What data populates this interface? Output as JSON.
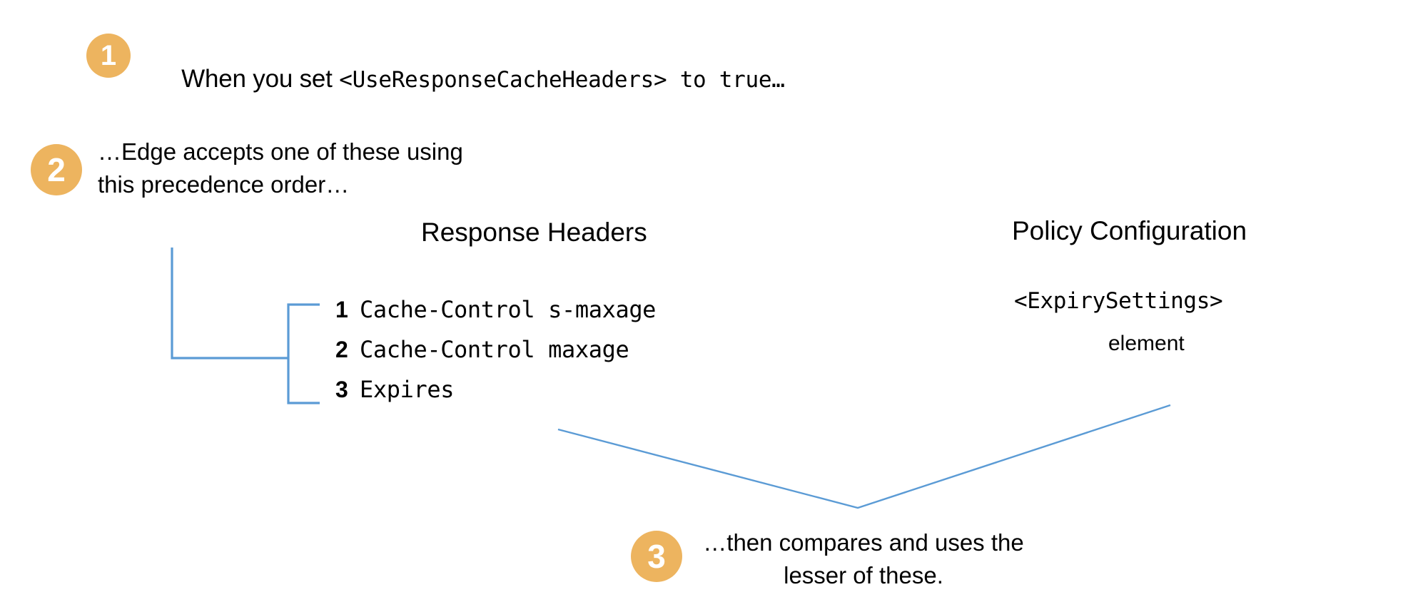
{
  "steps": [
    {
      "number": "1",
      "text_prefix": "When you set ",
      "text_code": "<UseResponseCacheHeaders>",
      "text_suffix": " to true…"
    },
    {
      "number": "2",
      "text": "…Edge accepts one of these using this precedence order…"
    },
    {
      "number": "3",
      "text": "…then compares and uses the lesser of these."
    }
  ],
  "columns": {
    "response_headers": {
      "heading": "Response Headers",
      "items": [
        {
          "rank": "1",
          "name": "Cache-Control s-maxage"
        },
        {
          "rank": "2",
          "name": "Cache-Control maxage"
        },
        {
          "rank": "3",
          "name": "Expires"
        }
      ]
    },
    "policy_configuration": {
      "heading": "Policy Configuration",
      "element_name": "<ExpirySettings>",
      "element_word": "element"
    }
  },
  "colors": {
    "badge_fill": "#EDB45F",
    "badge_text": "#FFFFFF",
    "connector_line": "#5B9BD5",
    "text": "#000000",
    "background": "#FFFFFF"
  }
}
